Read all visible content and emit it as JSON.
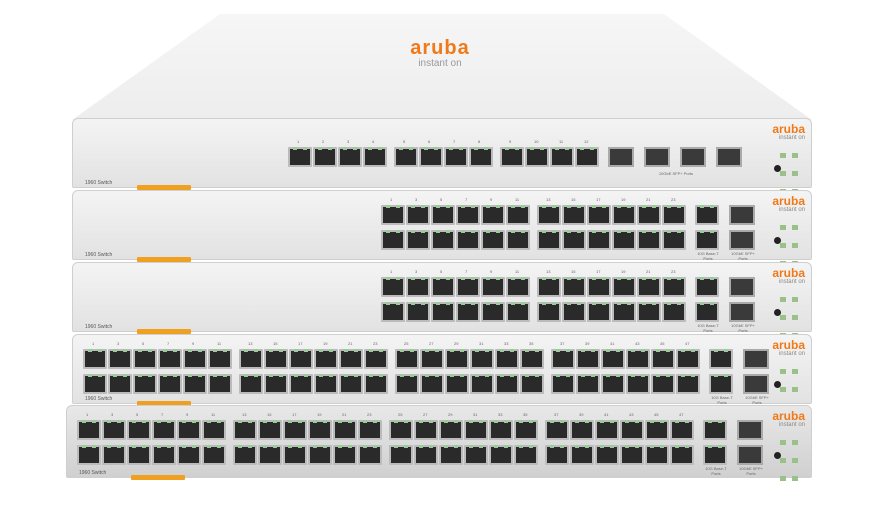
{
  "brand": {
    "name": "aruba",
    "sub": "instant on",
    "color": "#f07a1a"
  },
  "switches": [
    {
      "model": "1960 Switch",
      "rj45_ports": 12,
      "rows": 1,
      "groups": 3,
      "uplink_rj45": 0,
      "sfp": 4,
      "sfp_label": "10GbE SFP+ Ports",
      "base_t_label": ""
    },
    {
      "model": "1960 Switch",
      "rj45_ports": 24,
      "rows": 2,
      "groups": 2,
      "uplink_rj45": 2,
      "sfp": 2,
      "sfp_label": "10GbE SFP+ Ports",
      "base_t_label": "10G Base-T Ports"
    },
    {
      "model": "1960 Switch",
      "rj45_ports": 24,
      "rows": 2,
      "groups": 2,
      "uplink_rj45": 2,
      "sfp": 2,
      "sfp_label": "10GbE SFP+ Ports",
      "base_t_label": "10G Base-T Ports"
    },
    {
      "model": "1960 Switch",
      "rj45_ports": 48,
      "rows": 2,
      "groups": 4,
      "uplink_rj45": 2,
      "sfp": 2,
      "sfp_label": "10GbE SFP+ Ports",
      "base_t_label": "10G Base-T Ports"
    },
    {
      "model": "1960 Switch",
      "rj45_ports": 48,
      "rows": 2,
      "groups": 4,
      "uplink_rj45": 2,
      "sfp": 2,
      "sfp_label": "10GbE SFP+ Ports",
      "base_t_label": "10G Base-T Ports"
    }
  ]
}
